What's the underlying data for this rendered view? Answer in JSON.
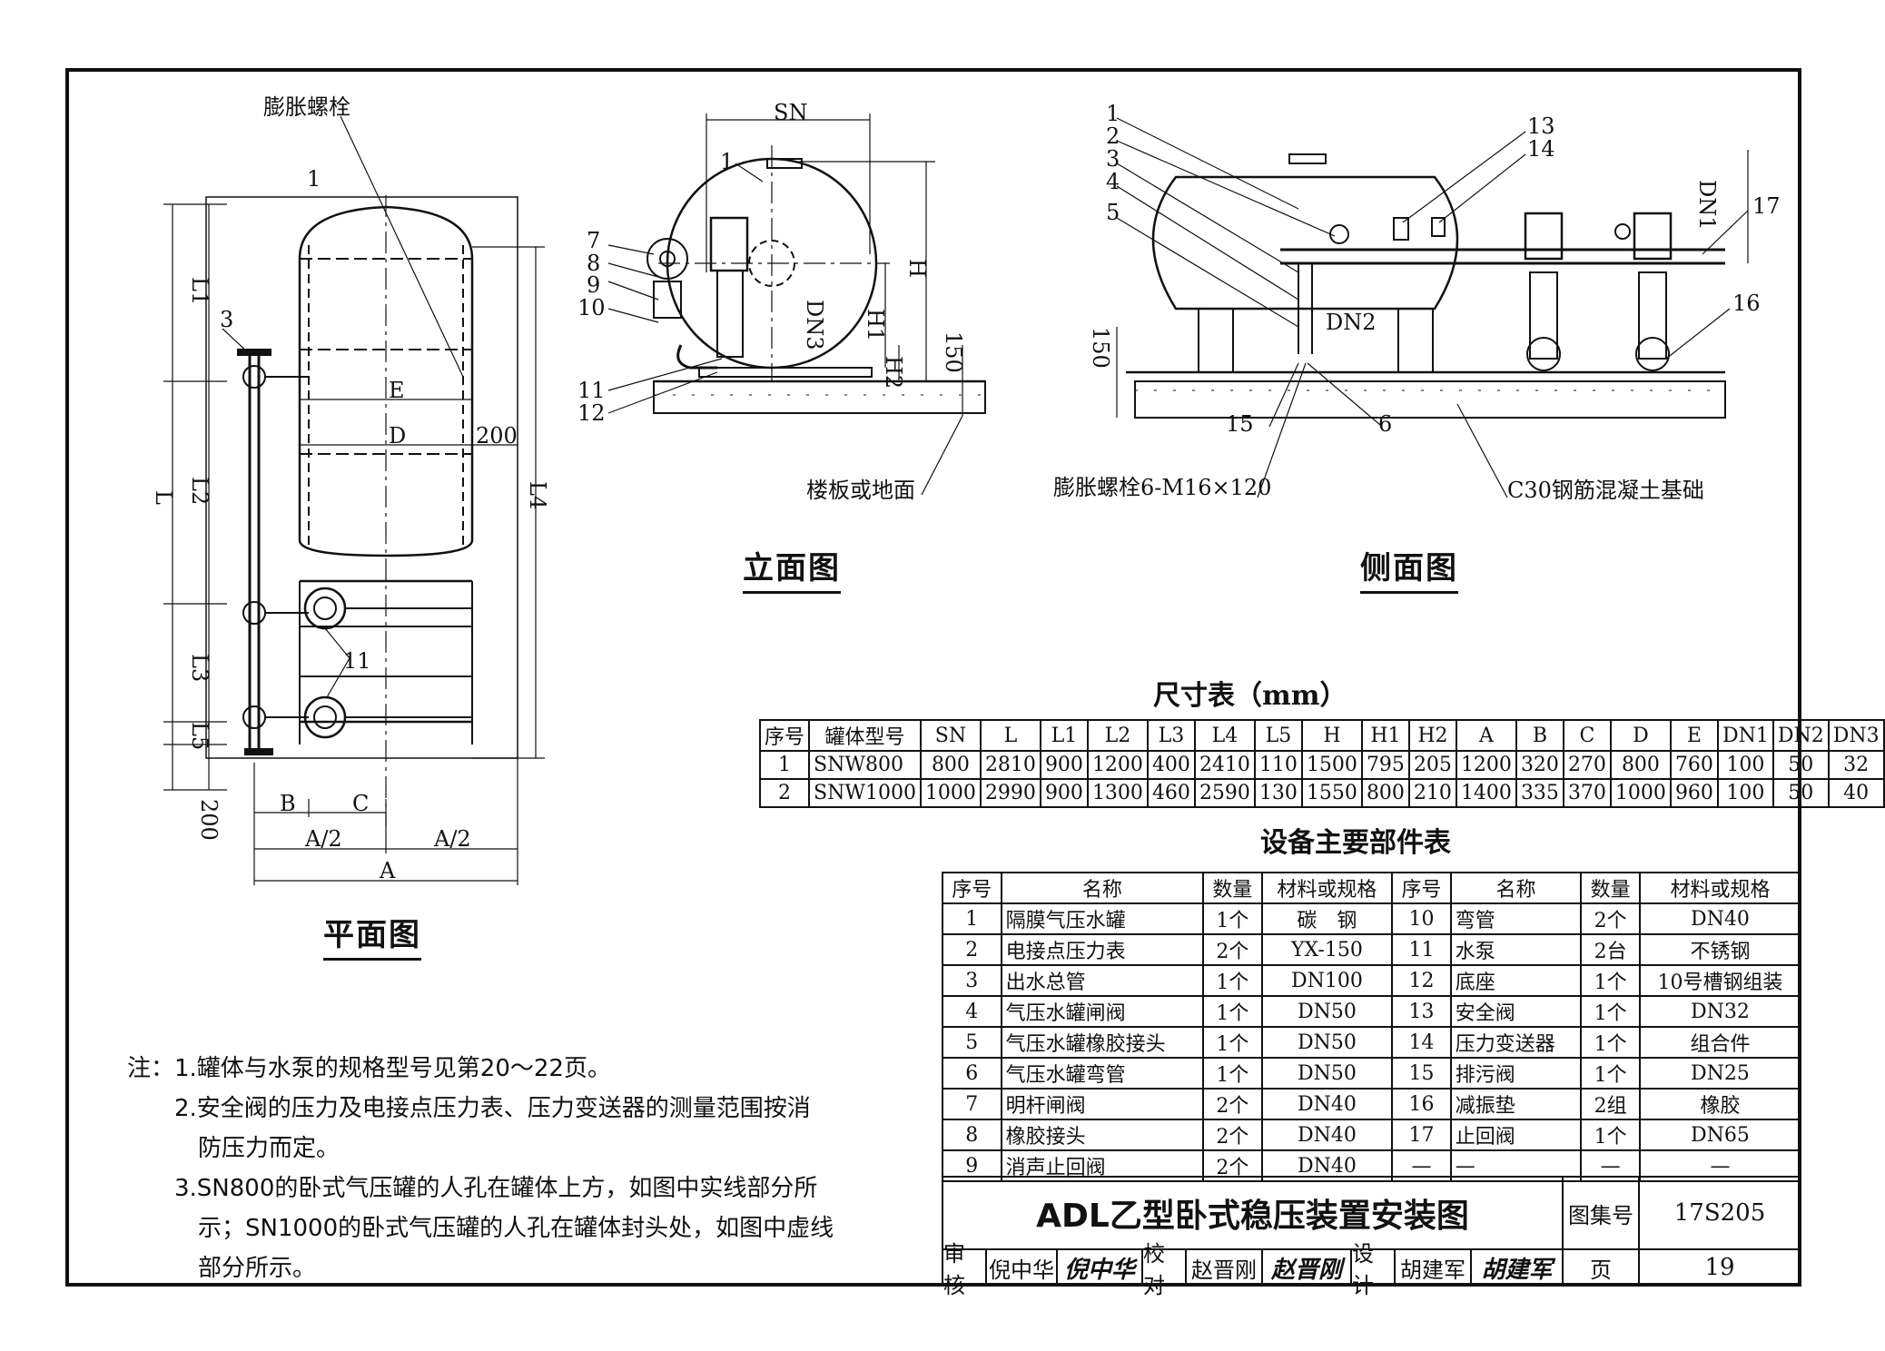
{
  "labels": {
    "expansion_bolt_top": "膨胀螺栓",
    "sn": "SN",
    "h": "H",
    "h1": "H1",
    "h2": "H2",
    "dn3": "DN3",
    "dn2": "DN2",
    "dn1": "DN1",
    "dim150a": "150",
    "dim150b": "150",
    "dim200a": "200",
    "dim200b": "200",
    "l": "L",
    "l1": "L1",
    "l2": "L2",
    "l3": "L3",
    "l4": "L4",
    "l5": "L5",
    "e": "E",
    "d": "D",
    "b": "B",
    "c": "C",
    "a": "A",
    "a2l": "A/2",
    "a2r": "A/2",
    "floor": "楼板或地面",
    "bolt_spec": "膨胀螺栓6-M16×120",
    "foundation": "C30钢筋混凝土基础",
    "n1a": "1",
    "n3": "3",
    "n11a": "11",
    "n1b": "1",
    "n7": "7",
    "n8": "8",
    "n9": "9",
    "n10": "10",
    "n11b": "11",
    "n12": "12",
    "n1c": "1",
    "n2": "2",
    "n3c": "3",
    "n4": "4",
    "n5": "5",
    "n13": "13",
    "n14": "14",
    "n15": "15",
    "n6": "6",
    "n16": "16",
    "n17": "17"
  },
  "views": {
    "plan": "平面图",
    "elevation": "立面图",
    "side": "侧面图"
  },
  "dim_table": {
    "title": "尺寸表（mm）",
    "headers": [
      "序号",
      "罐体型号",
      "SN",
      "L",
      "L1",
      "L2",
      "L3",
      "L4",
      "L5",
      "H",
      "H1",
      "H2",
      "A",
      "B",
      "C",
      "D",
      "E",
      "DN1",
      "DN2",
      "DN3"
    ],
    "rows": [
      [
        "1",
        "SNW800",
        "800",
        "2810",
        "900",
        "1200",
        "400",
        "2410",
        "110",
        "1500",
        "795",
        "205",
        "1200",
        "320",
        "270",
        "800",
        "760",
        "100",
        "50",
        "32"
      ],
      [
        "2",
        "SNW1000",
        "1000",
        "2990",
        "900",
        "1300",
        "460",
        "2590",
        "130",
        "1550",
        "800",
        "210",
        "1400",
        "335",
        "370",
        "1000",
        "960",
        "100",
        "50",
        "40"
      ]
    ]
  },
  "parts_table": {
    "title": "设备主要部件表",
    "headers": [
      "序号",
      "名称",
      "数量",
      "材料或规格",
      "序号",
      "名称",
      "数量",
      "材料或规格"
    ],
    "rows": [
      [
        "1",
        "隔膜气压水罐",
        "1个",
        "碳　钢",
        "10",
        "弯管",
        "2个",
        "DN40"
      ],
      [
        "2",
        "电接点压力表",
        "2个",
        "YX-150",
        "11",
        "水泵",
        "2台",
        "不锈钢"
      ],
      [
        "3",
        "出水总管",
        "1个",
        "DN100",
        "12",
        "底座",
        "1个",
        "10号槽钢组装"
      ],
      [
        "4",
        "气压水罐闸阀",
        "1个",
        "DN50",
        "13",
        "安全阀",
        "1个",
        "DN32"
      ],
      [
        "5",
        "气压水罐橡胶接头",
        "1个",
        "DN50",
        "14",
        "压力变送器",
        "1个",
        "组合件"
      ],
      [
        "6",
        "气压水罐弯管",
        "1个",
        "DN50",
        "15",
        "排污阀",
        "1个",
        "DN25"
      ],
      [
        "7",
        "明杆闸阀",
        "2个",
        "DN40",
        "16",
        "减振垫",
        "2组",
        "橡胶"
      ],
      [
        "8",
        "橡胶接头",
        "2个",
        "DN40",
        "17",
        "止回阀",
        "1个",
        "DN65"
      ],
      [
        "9",
        "消声止回阀",
        "2个",
        "DN40",
        "—",
        "—",
        "—",
        "—"
      ]
    ]
  },
  "notes": [
    "注：1.罐体与水泵的规格型号见第20～22页。",
    "2.安全阀的压力及电接点压力表、压力变送器的测量范围按消",
    "防压力而定。",
    "3.SN800的卧式气压罐的人孔在罐体上方，如图中实线部分所",
    "示；SN1000的卧式气压罐的人孔在罐体封头处，如图中虚线",
    "部分所示。"
  ],
  "title_block": {
    "title": "ADL乙型卧式稳压装置安装图",
    "atlas_label": "图集号",
    "atlas_no": "17S205",
    "review_label": "审核",
    "reviewer": "倪中华",
    "reviewer_sig": "倪中华",
    "check_label": "校对",
    "checker": "赵晋刚",
    "checker_sig": "赵晋刚",
    "design_label": "设计",
    "designer": "胡建军",
    "designer_sig": "胡建军",
    "page_label": "页",
    "page_no": "19"
  }
}
